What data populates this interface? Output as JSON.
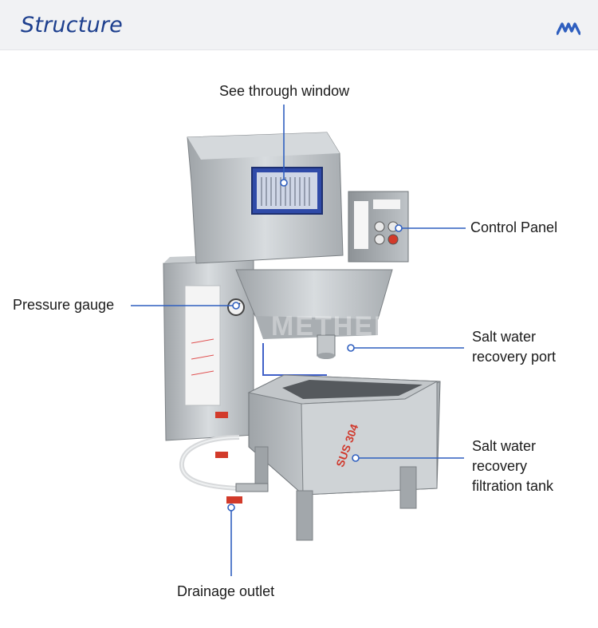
{
  "header": {
    "title": "Structure",
    "logo_icon": "brand-logo-icon"
  },
  "colors": {
    "accent": "#2f5fbf",
    "title": "#1d3f8e",
    "header_bg": "#f1f2f4"
  },
  "labels": {
    "see_through_window": "See through window",
    "control_panel": "Control Panel",
    "pressure_gauge": "Pressure gauge",
    "salt_water_recovery_port": [
      "Salt water",
      "recovery port"
    ],
    "salt_water_recovery_filtration_tank": [
      "Salt water",
      "recovery",
      "filtration tank"
    ],
    "drainage_outlet": "Drainage outlet"
  },
  "product": {
    "watermark": "METHENA",
    "tank_stamp": "SUS 304"
  }
}
